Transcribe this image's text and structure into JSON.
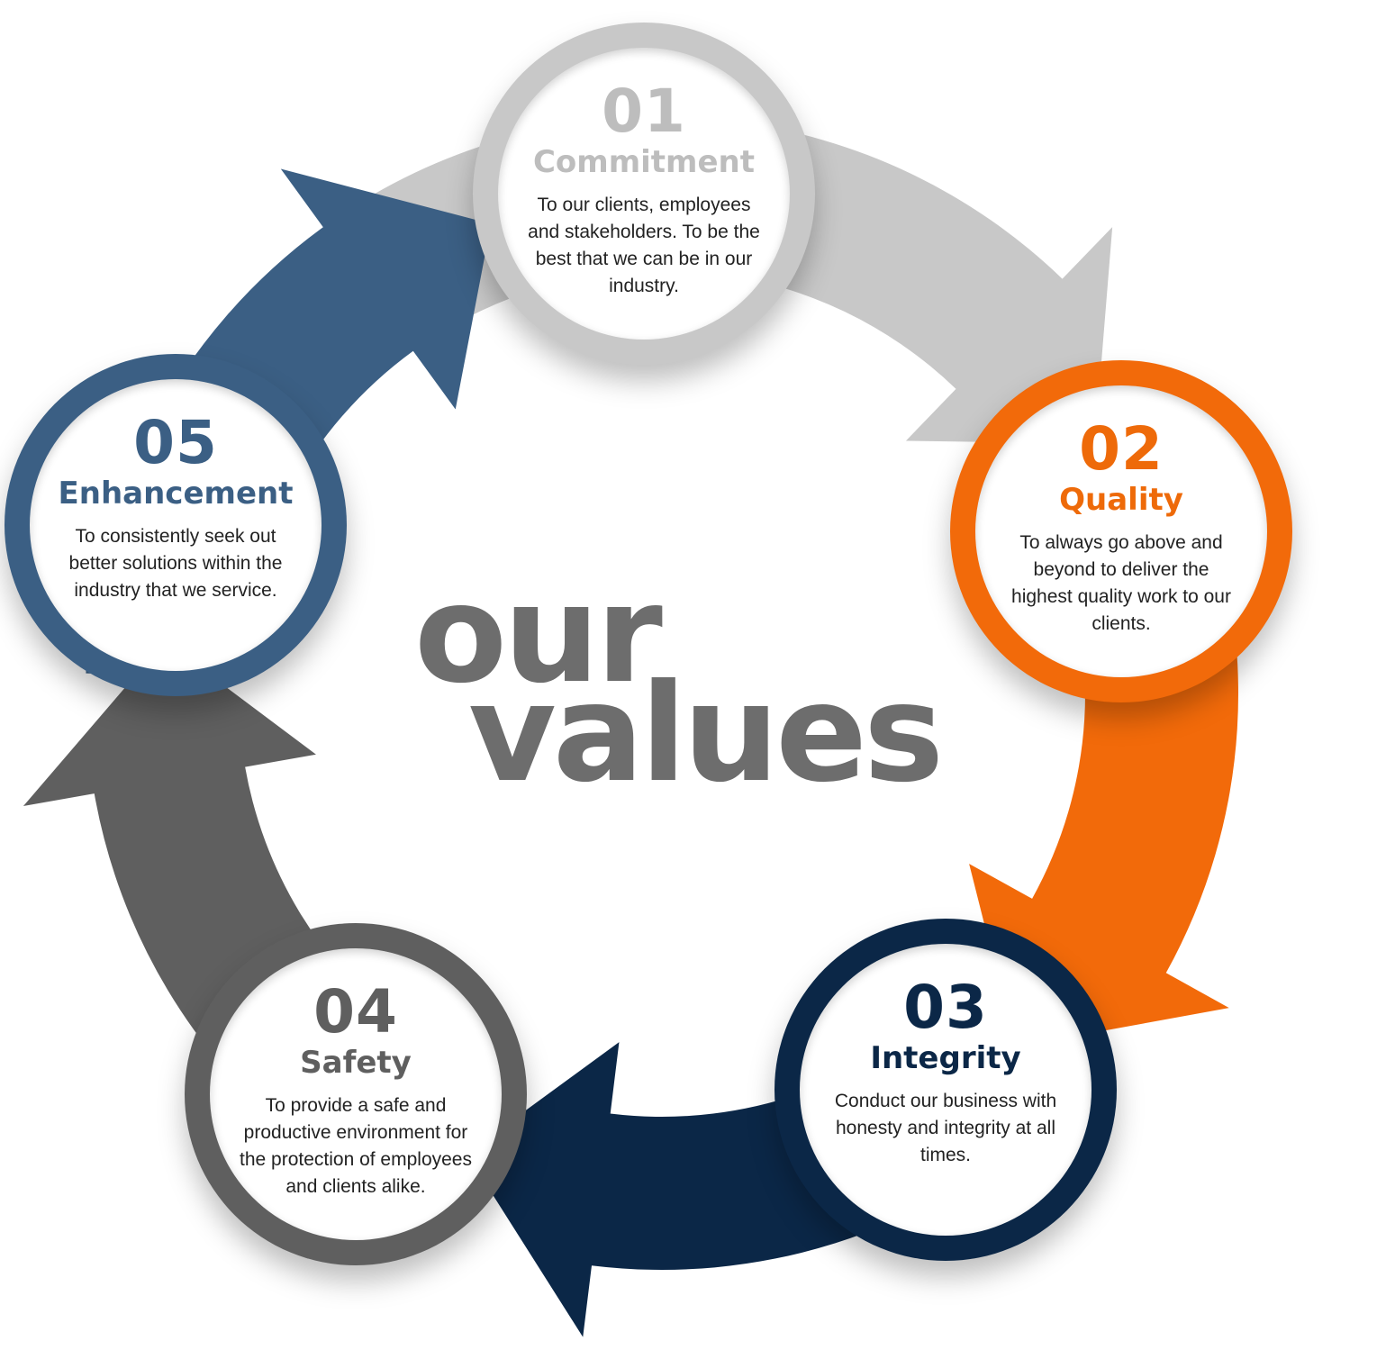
{
  "title": {
    "line1": "our",
    "line2": "values"
  },
  "colors": {
    "commitment": "#c8c8c8",
    "quality": "#f26a0a",
    "integrity": "#0b2747",
    "safety": "#5f5f5f",
    "enhancement": "#3b5f84",
    "title_text": "#6d6d6d"
  },
  "steps": [
    {
      "number": "01",
      "title": "Commitment",
      "description": "To our clients, employees and stakeholders. To be the best that we can be in our industry.",
      "color": "#c8c8c8",
      "number_color": "#bdbdbd",
      "title_color": "#bdbdbd"
    },
    {
      "number": "02",
      "title": "Quality",
      "description": "To always go above and beyond to deliver the highest quality work to our clients.",
      "color": "#f26a0a",
      "number_color": "#ee6a09",
      "title_color": "#ee6a09"
    },
    {
      "number": "03",
      "title": "Integrity",
      "description": "Conduct our business with honesty and integrity at all times.",
      "color": "#0b2747",
      "number_color": "#0b2747",
      "title_color": "#0b2747"
    },
    {
      "number": "04",
      "title": "Safety",
      "description": "To provide a safe and productive environment for the protection of employees and clients alike.",
      "color": "#5f5f5f",
      "number_color": "#5f5f5f",
      "title_color": "#5f5f5f"
    },
    {
      "number": "05",
      "title": "Enhancement",
      "description": "To consistently seek out better solutions within the industry that we service.",
      "color": "#3b5f84",
      "number_color": "#3b5f84",
      "title_color": "#3b5f84"
    }
  ]
}
